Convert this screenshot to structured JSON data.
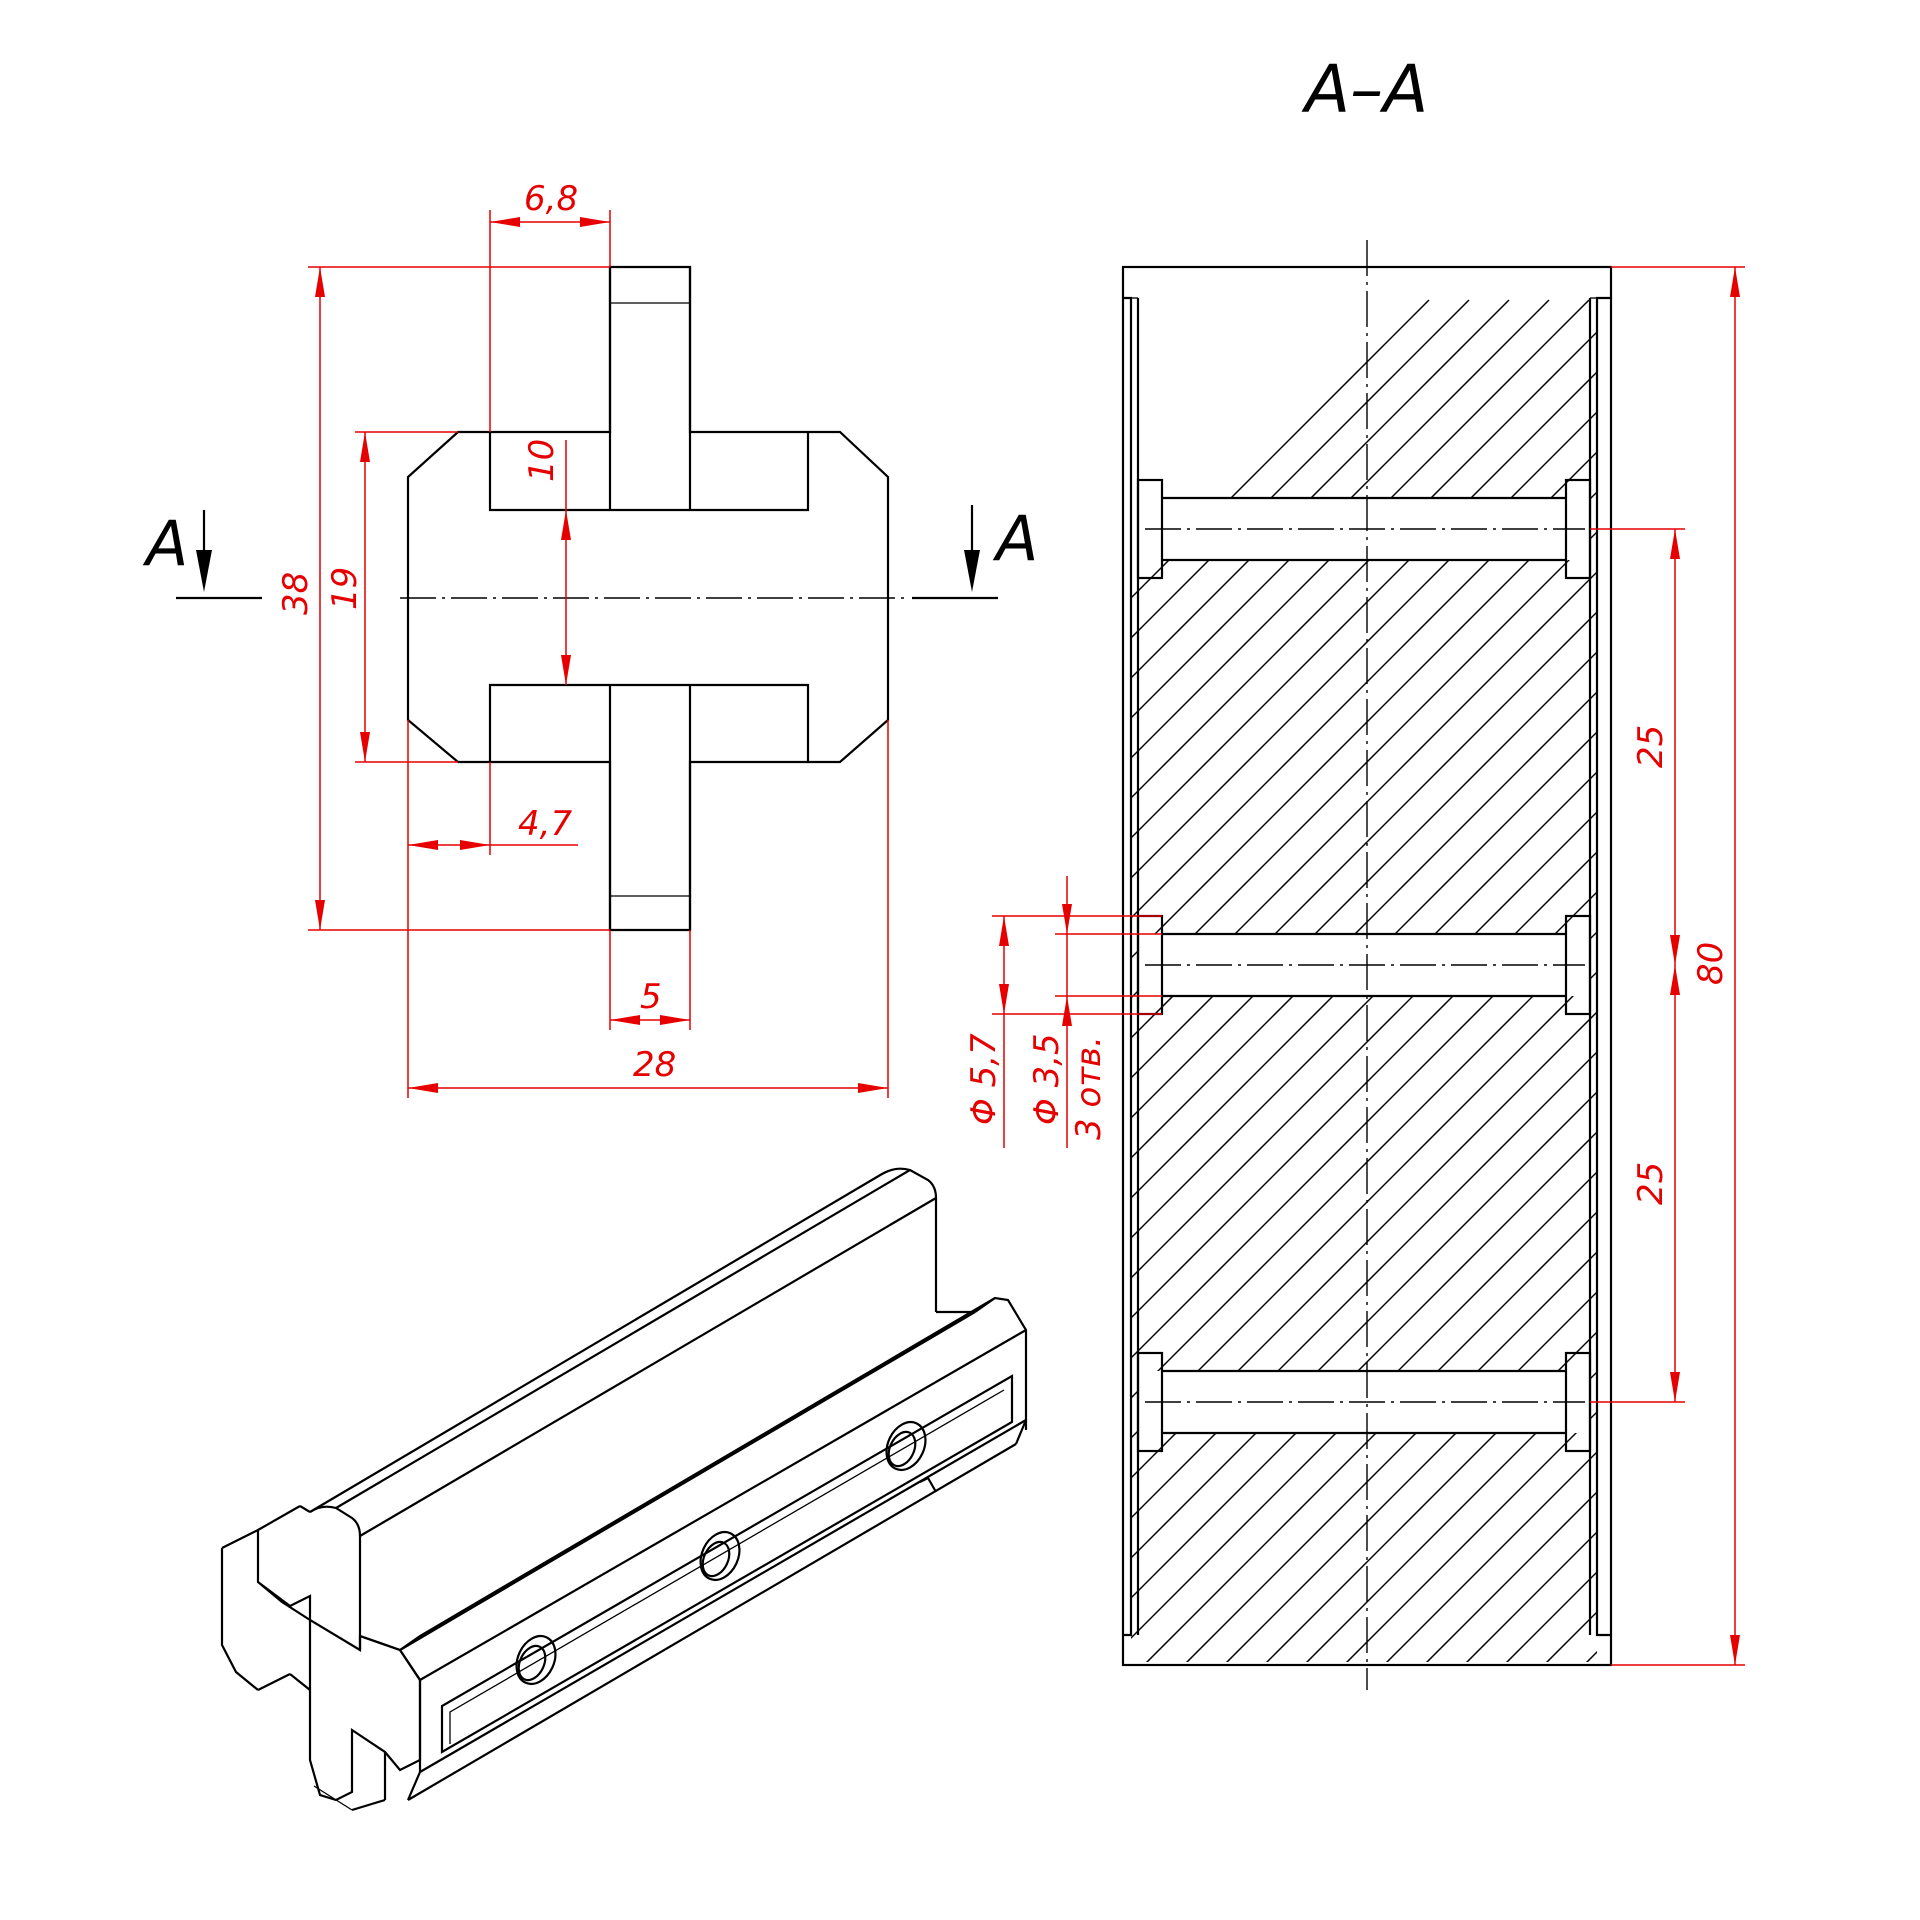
{
  "section_title": "A–A",
  "cut_mark": "A",
  "dimensions": {
    "flange_thickness": "6,8",
    "slot_depth": "10",
    "overall_height": "38",
    "body_height": "19",
    "edge_offset": "4,7",
    "web_width": "5",
    "overall_width": "28",
    "hole_spacing_upper": "25",
    "hole_spacing_lower": "25",
    "overall_length": "80",
    "counterbore_diameter": "Φ 5,7",
    "hole_diameter": "Φ 3,5",
    "hole_count": "3 отв."
  }
}
